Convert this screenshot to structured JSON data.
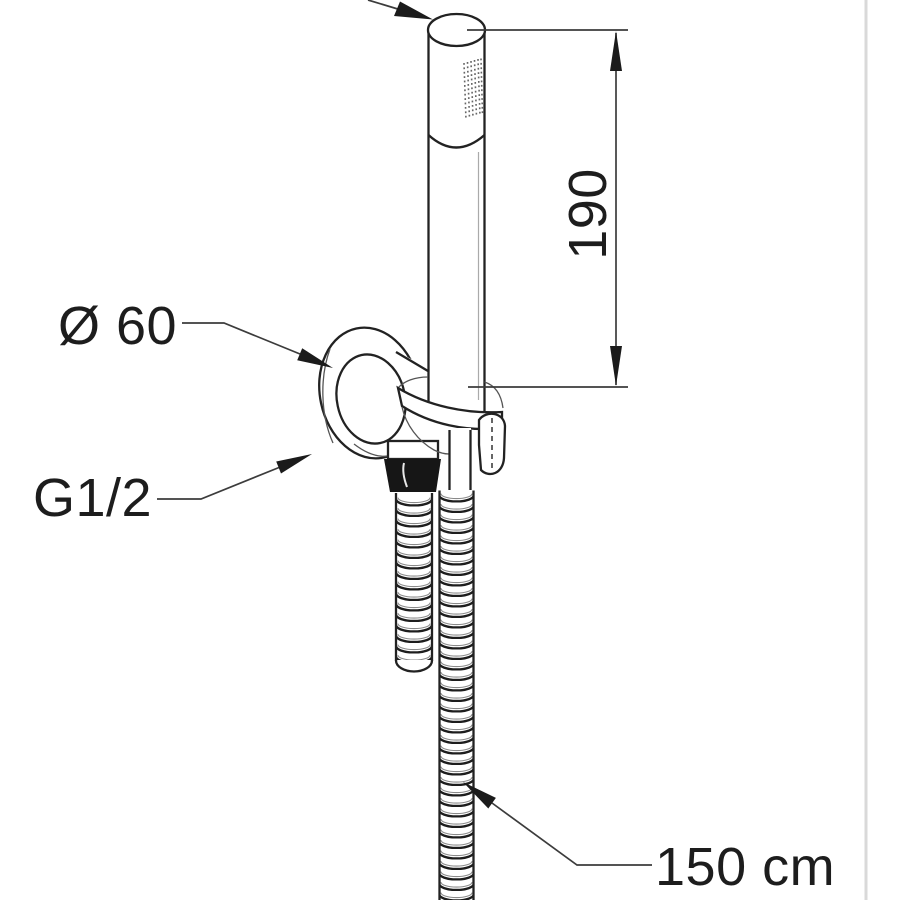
{
  "drawing": {
    "type": "technical-dimension-drawing",
    "subject": "hand-shower-set-with-wall-elbow-holder-and-hose",
    "labels": {
      "handshower_length": "190",
      "escutcheon_diameter": "Ø 60",
      "connection_thread": "G1/2",
      "hose_length": "150 cm"
    },
    "colors": {
      "line": "#222222",
      "dimension_line": "#3c3c3c",
      "nut_fill": "#161616",
      "background": "#ffffff",
      "page_edge": "#d9d9d9"
    }
  }
}
